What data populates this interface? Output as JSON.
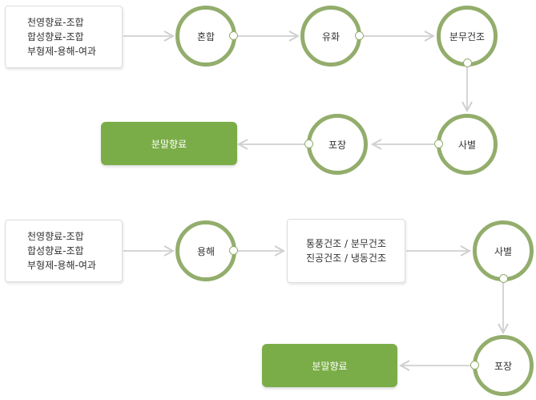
{
  "flow1": {
    "source_lines": [
      "천영향료-조합",
      "합성향료-조합",
      "부형제-용해-여과"
    ],
    "step_mix": "혼합",
    "step_emulsify": "유화",
    "step_spray_dry": "분무건조",
    "step_sieve": "사별",
    "step_pack": "포장",
    "result": "분말향료"
  },
  "flow2": {
    "source_lines": [
      "천영향료-조합",
      "합성향료-조합",
      "부형제-용해-여과"
    ],
    "step_dissolve": "용해",
    "dry_lines": [
      "통풍건조 / 분무건조",
      "진공건조 / 냉동건조"
    ],
    "step_sieve": "사별",
    "step_pack": "포장",
    "result": "분말향료"
  }
}
